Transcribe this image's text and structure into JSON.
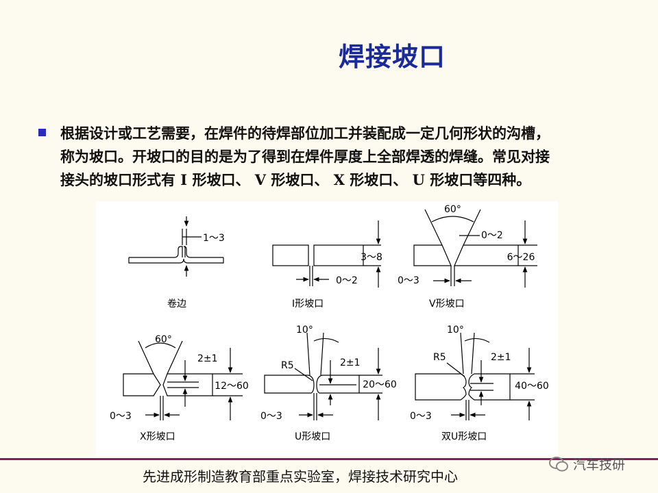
{
  "title": "焊接坡口",
  "paragraph": {
    "lines": [
      "根据设计或工艺需要，在焊件的待焊部位加工并装配成一定几何形状的沟槽，",
      "称为坡口。开坡口的目的是为了得到在焊件厚度上全部焊透的焊缝。常见对接",
      "接头的坡口形式有 I 形坡口、 V 形坡口、 X 形坡口、 U 形坡口等四种。"
    ]
  },
  "diagrams": {
    "juanbian": {
      "caption": "卷边",
      "gap": "1～3"
    },
    "i_groove": {
      "caption": "I形坡口",
      "thickness": "3～8",
      "gap": "0～2"
    },
    "v_groove": {
      "caption": "V形坡口",
      "angle": "60°",
      "root_face": "0～2",
      "thickness": "6～26",
      "gap": "0～3"
    },
    "x_groove": {
      "caption": "X形坡口",
      "angle": "60°",
      "root_face": "2±1",
      "thickness": "12～60",
      "gap": "0～3"
    },
    "u_groove": {
      "caption": "U形坡口",
      "angle": "10°",
      "radius": "R5",
      "root_face": "2±1",
      "thickness": "20～60",
      "gap": "0～3"
    },
    "double_u_groove": {
      "caption": "双U形坡口",
      "angle": "10°",
      "radius": "R5",
      "root_face": "2±1",
      "thickness": "40～60",
      "gap": "0～3"
    }
  },
  "footer": "先进成形制造教育部重点实验室，焊接技术研究中心",
  "watermark": "汽车技研"
}
